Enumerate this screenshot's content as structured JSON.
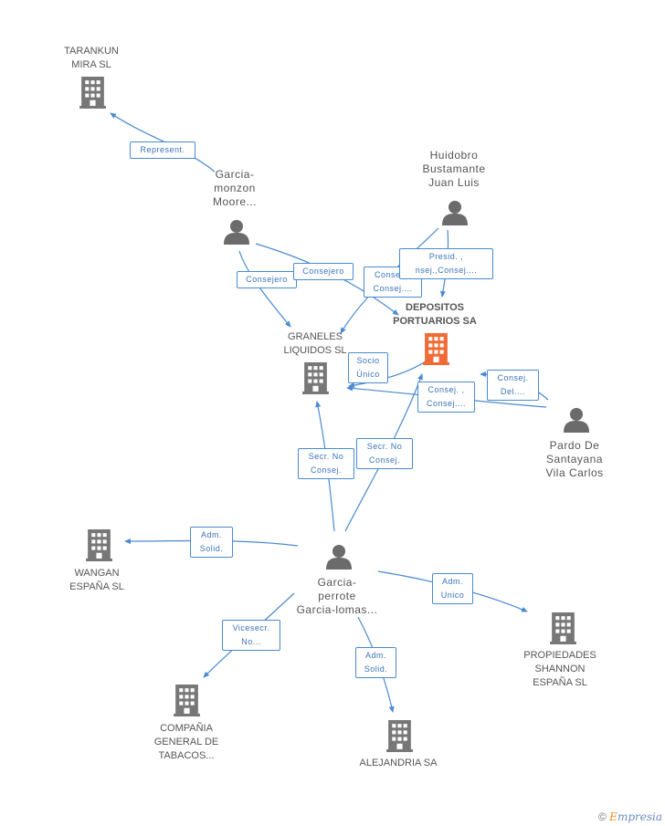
{
  "nodes": {
    "tarankun": "TARANKUN\nMIRA SL",
    "garcia_monzon": "Garcia-\nmonzon\nMoore...",
    "huidobro": "Huidobro\nBustamante\nJuan Luis",
    "depositos": "DEPOSITOS\nPORTUARIOS SA",
    "graneles": "GRANELES\nLIQUIDOS SL",
    "pardo": "Pardo De\nSantayana\nVila Carlos",
    "wangan": "WANGAN\nESPAÑA SL",
    "garcia_perrote": "Garcia-\nperrote\nGarcia-lomas...",
    "propiedades": "PROPIEDADES\nSHANNON\nESPAÑA SL",
    "compania": "COMPAÑIA\nGENERAL DE\nTABACOS...",
    "alejandria": "ALEJANDRIA SA"
  },
  "edges": {
    "represent": "Represent.",
    "consejero_1": "Consejero",
    "consejero_2": "Consejero",
    "consej_consej_1": "Consej. ,\nConsej....",
    "presid": "Presid. ,\nnsej.,Consej....",
    "socio_unico": "Socio\nÚnico",
    "consej_del": "Consej.\nDel....",
    "consej_consej_2": "Consej. ,\nConsej....",
    "secr_no_consej_1": "Secr. No\nConsej.",
    "secr_no_consej_2": "Secr. No\nConsej.",
    "adm_solid_1": "Adm.\nSolid.",
    "adm_unico": "Adm.\nUnico",
    "vicesecr": "Vicesecr.\nNo...",
    "adm_solid_2": "Adm.\nSolid."
  },
  "footer": {
    "copyright": "©",
    "brand_e": "E",
    "brand_rest": "mpresia"
  },
  "colors": {
    "line": "#4a8ad0",
    "building": "#777777",
    "building_main": "#f06a35",
    "person": "#6b6b6b"
  },
  "icons": {
    "company": "building-icon",
    "person": "person-icon"
  }
}
